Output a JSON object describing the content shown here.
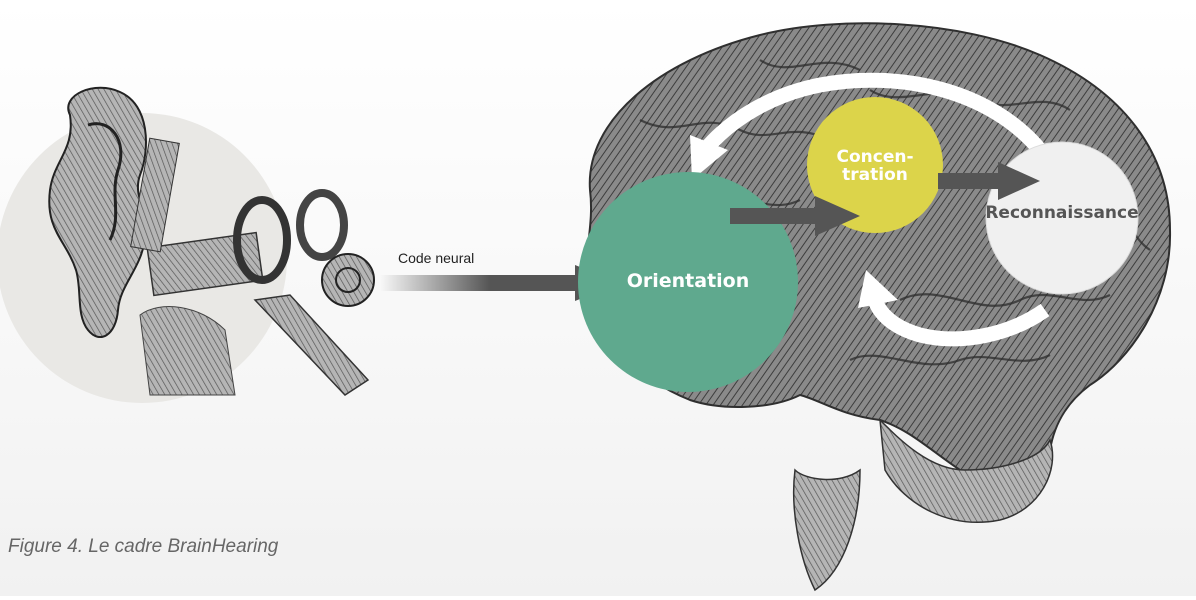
{
  "diagram": {
    "input_label": "Code neural",
    "nodes": {
      "orientation": "Orientation",
      "concentration": "Concen-\ntration",
      "recognition": "Reconnaissance"
    },
    "colors": {
      "orientation": "#5fa98e",
      "concentration": "#dcd44a",
      "recognition": "#f0f0f0",
      "arrow": "#555555",
      "brain": "#6e6e6e",
      "ear_background": "#e9e8e5"
    },
    "icons": [
      "ear-illustration",
      "brain-illustration"
    ]
  },
  "caption": "Figure 4. Le cadre BrainHearing"
}
